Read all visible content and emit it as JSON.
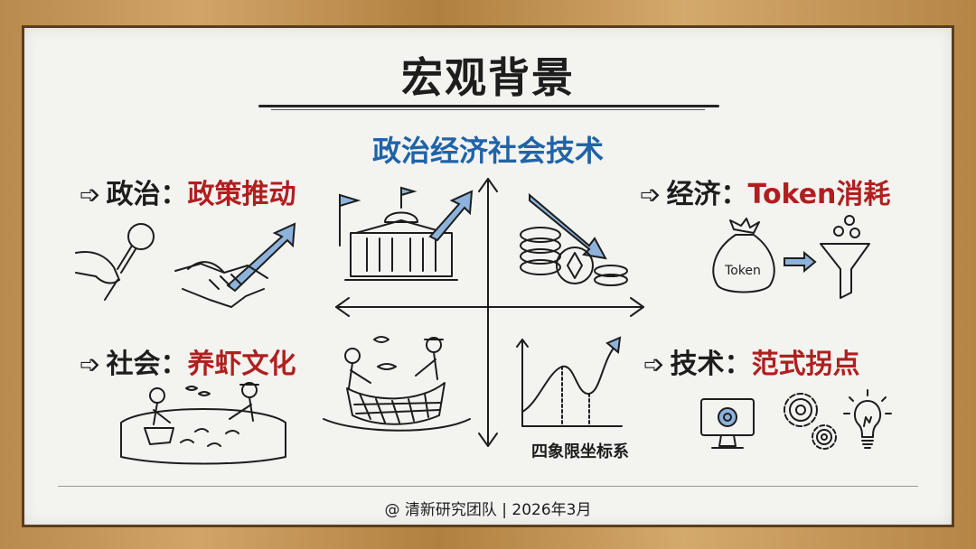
{
  "title": "宏观背景",
  "subtitle": "政治经济社会技术",
  "quadrants": {
    "politics": {
      "arrow": "➩",
      "label": "政治：",
      "value": "政策推动"
    },
    "economy": {
      "arrow": "➩",
      "label": "经济：",
      "value": "Token消耗"
    },
    "society": {
      "arrow": "➩",
      "label": "社会：",
      "value": "养虾文化"
    },
    "technology": {
      "arrow": "➩",
      "label": "技术：",
      "value": "范式拐点"
    }
  },
  "token_bag_label": "Token",
  "axes_caption": "四象限坐标系",
  "footer": "@ 清新研究团队 | 2026年3月",
  "colors": {
    "accent_blue": "#1f63a8",
    "accent_red": "#b01f1f",
    "sketch_blue": "#8db3dc"
  }
}
